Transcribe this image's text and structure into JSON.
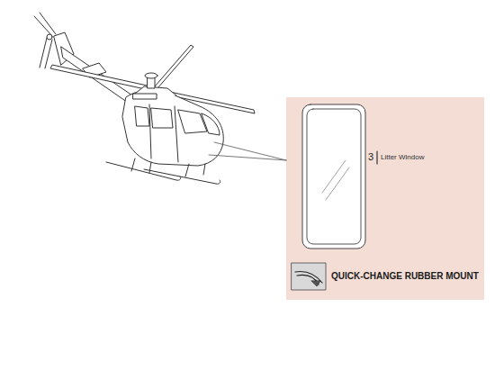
{
  "diagram": {
    "nodes": [
      {
        "text": [
          "QUICK-CHANGE RUBBER MOUNT"
        ]
      }
    ],
    "labels": [
      "3",
      "Litter Window"
    ]
  }
}
